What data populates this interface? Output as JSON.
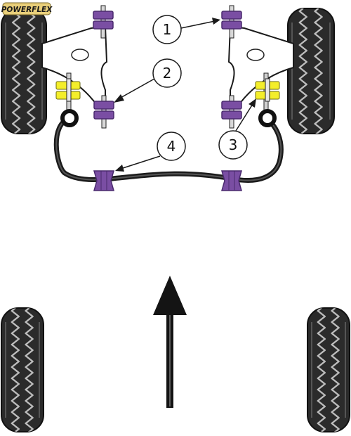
{
  "brand": {
    "logo_text": "POWERFLEX",
    "colors": {
      "logo_bg": "#e9cf7a",
      "logo_text": "#1a1a1a"
    }
  },
  "callouts": [
    {
      "id": "1",
      "label": "1"
    },
    {
      "id": "2",
      "label": "2"
    },
    {
      "id": "3",
      "label": "3"
    },
    {
      "id": "4",
      "label": "4"
    }
  ],
  "colors": {
    "tyre": "#2b2b2b",
    "tread": "#bdbdbd",
    "arm_fill": "#ffffff",
    "bush_purple": "#7a4ea3",
    "bush_purple_dark": "#4a2a6e",
    "bush_yellow": "#f4ee2a",
    "arrow": "#141414"
  },
  "icons": {
    "direction": "up-arrow-icon",
    "wheel": "tyre-icon",
    "bush": "bush-icon"
  }
}
